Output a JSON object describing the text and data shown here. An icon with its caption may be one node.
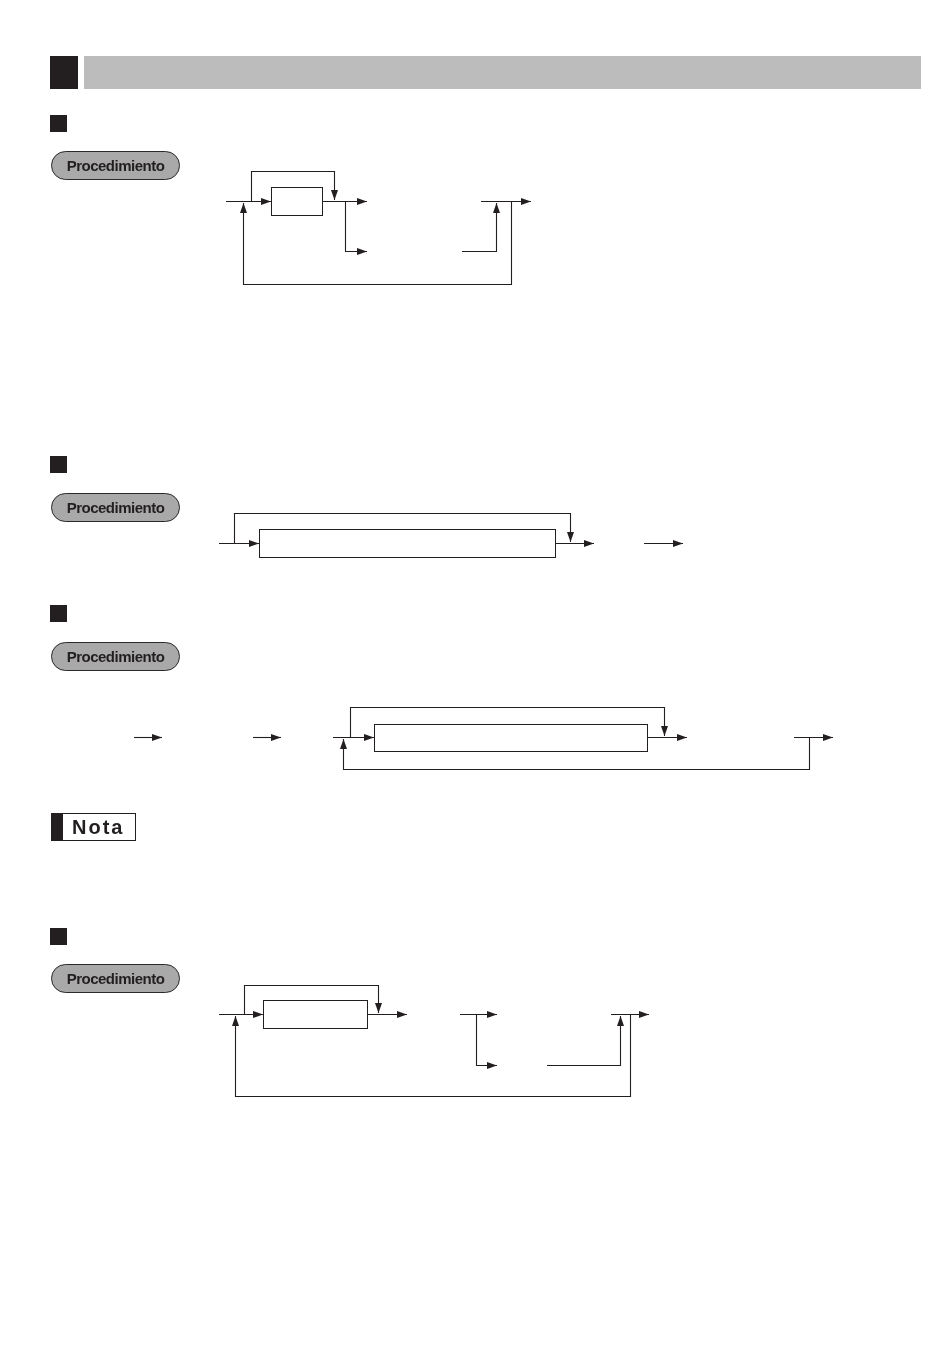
{
  "diagram": {
    "nodes": [
      {
        "text": [
          "Procedimiento"
        ]
      },
      {
        "text": [],
        "shape": "box"
      },
      {
        "text": [
          "Procedimiento"
        ]
      },
      {
        "text": [],
        "shape": "box"
      },
      {
        "text": [
          "Procedimiento"
        ]
      },
      {
        "text": [],
        "shape": "box"
      },
      {
        "text": [
          "Nota"
        ]
      },
      {
        "text": [
          "Procedimiento"
        ]
      },
      {
        "text": [],
        "shape": "box"
      }
    ],
    "edges": [
      {
        "from": null,
        "to": 1,
        "arrow": "to"
      },
      {
        "from": 1,
        "to": null,
        "arrow": "to"
      },
      {
        "from": 1,
        "to": null,
        "arrow": "to"
      },
      {
        "from": null,
        "to": 3,
        "arrow": "to"
      },
      {
        "from": 3,
        "to": null,
        "arrow": "to"
      },
      {
        "from": null,
        "to": 5,
        "arrow": "to"
      },
      {
        "from": 5,
        "to": null,
        "arrow": "to"
      },
      {
        "from": null,
        "to": 8,
        "arrow": "to"
      },
      {
        "from": 8,
        "to": null,
        "arrow": "to"
      }
    ]
  }
}
